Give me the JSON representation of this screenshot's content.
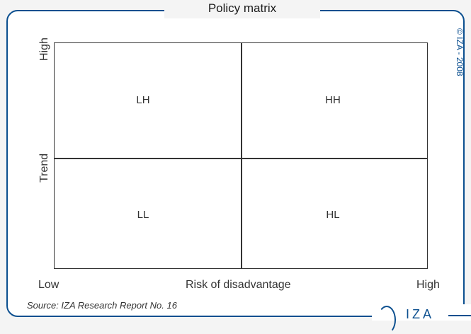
{
  "title": "Policy matrix",
  "copyright": "© IZA - 2008",
  "axes": {
    "y_label": "Trend",
    "y_high": "High",
    "x_label": "Risk of disadvantage",
    "x_low": "Low",
    "x_high": "High"
  },
  "quadrants": {
    "top_left": "LH",
    "top_right": "HH",
    "bottom_left": "LL",
    "bottom_right": "HL"
  },
  "source": "Source: IZA Research Report No. 16",
  "logo_text": "IZA",
  "colors": {
    "accent": "#0b4f8f"
  }
}
